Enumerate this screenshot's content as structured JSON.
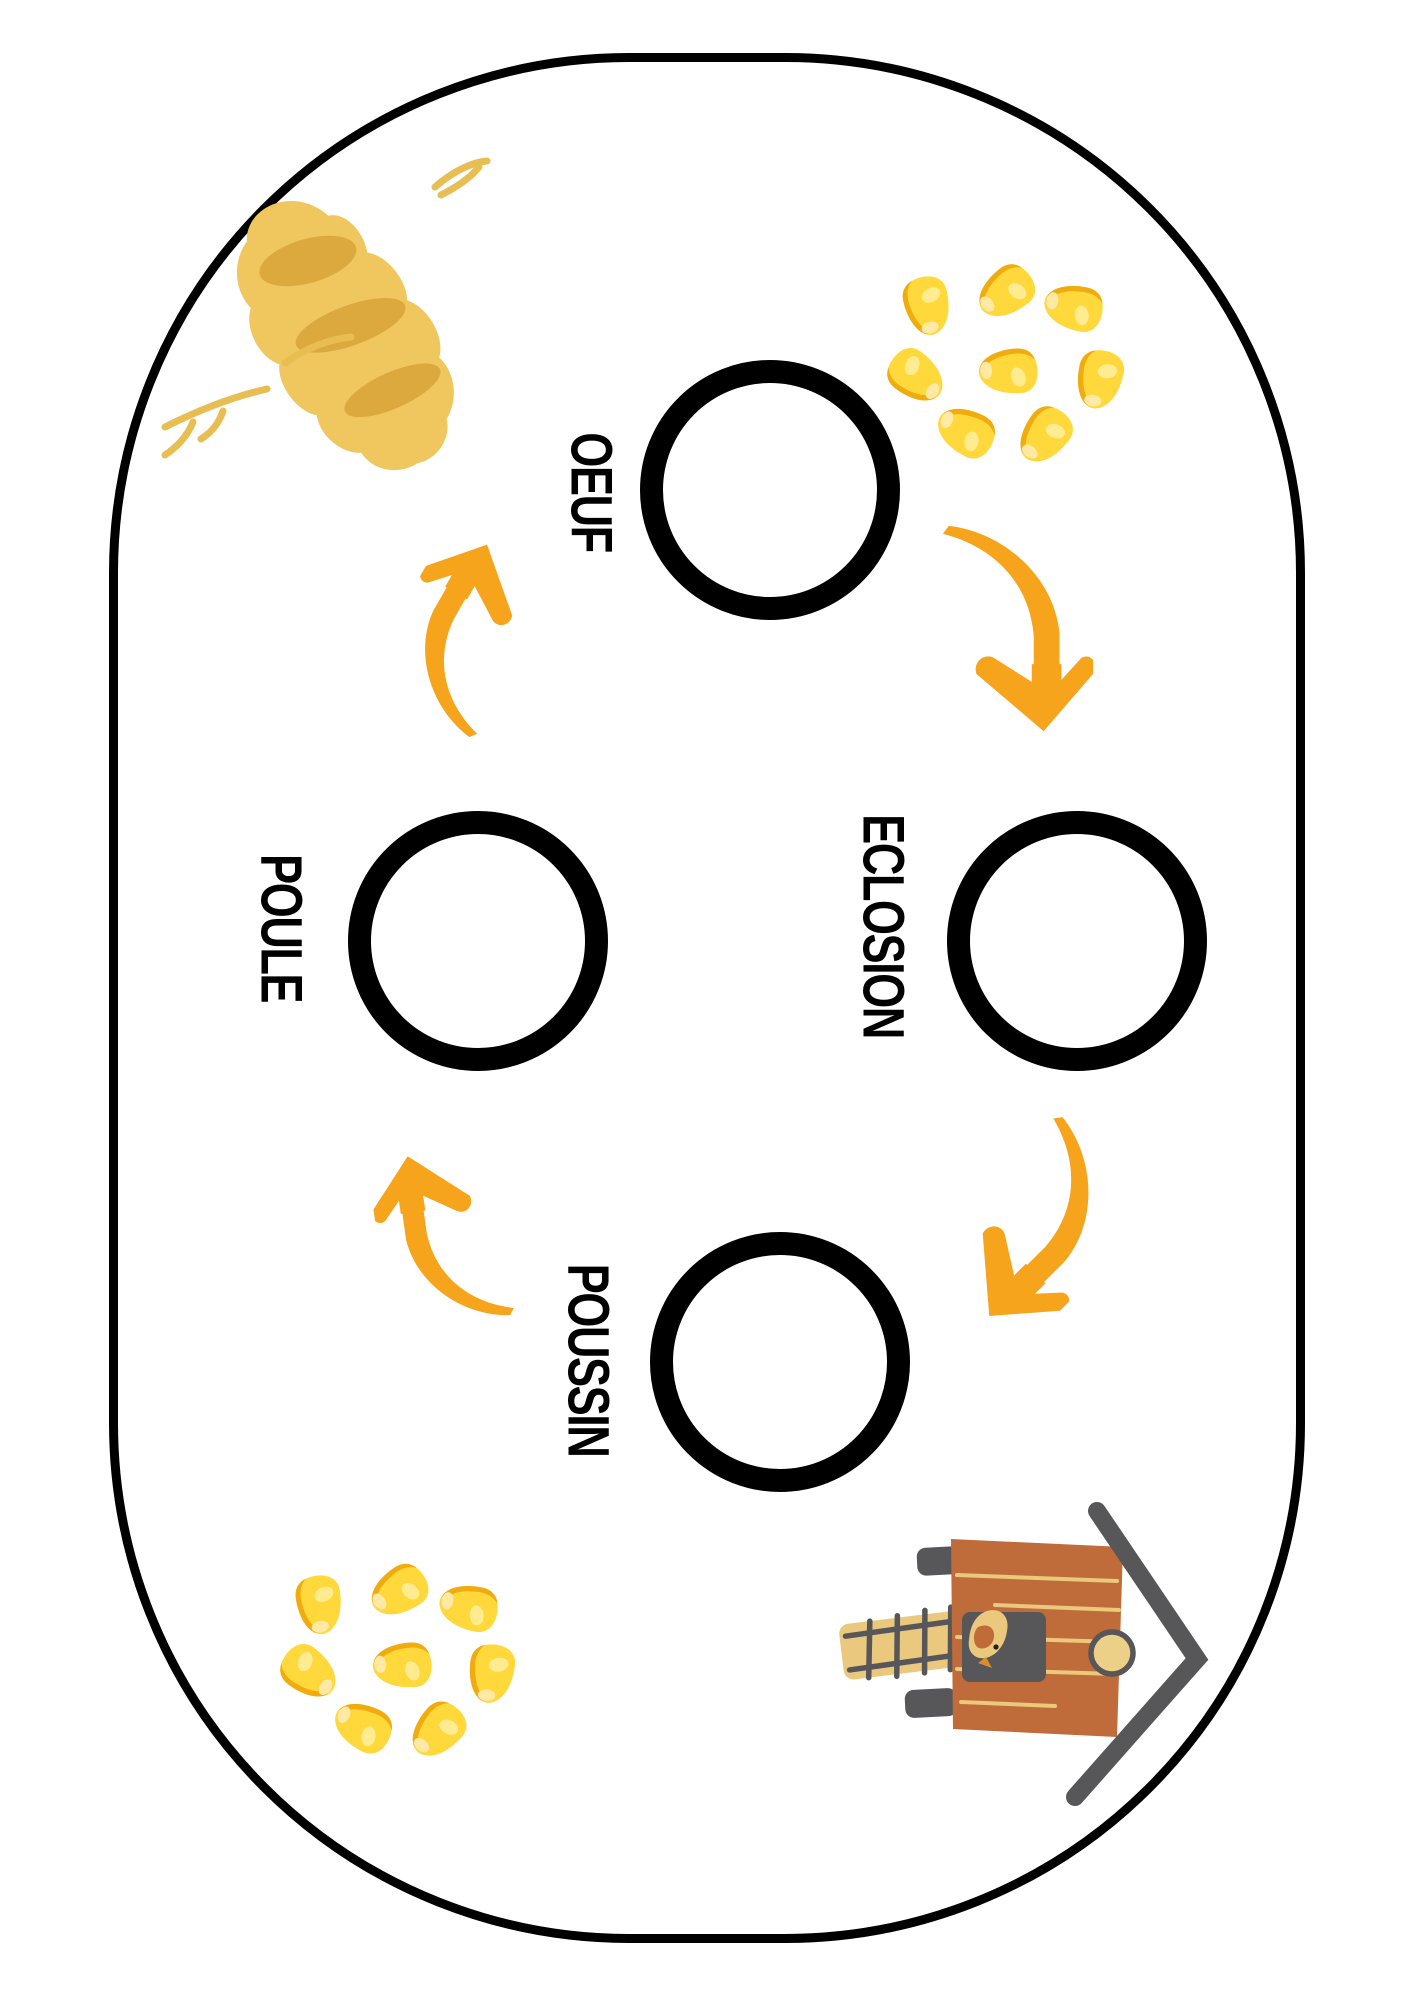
{
  "diagram": {
    "type": "cycle",
    "topic": "chicken-life-cycle",
    "steps": [
      {
        "id": "oeuf",
        "label": "OEUF"
      },
      {
        "id": "eclosion",
        "label": "ECLOSION"
      },
      {
        "id": "poussin",
        "label": "POUSSIN"
      },
      {
        "id": "poule",
        "label": "POULE"
      }
    ]
  },
  "decorations": {
    "feather": "feather-icon",
    "corn_top_right": {
      "icon": "corn-kernels-icon",
      "count": 8
    },
    "corn_bottom_left": {
      "icon": "corn-kernels-icon",
      "count": 8
    },
    "birdhouse": "birdhouse-icon",
    "arrows": [
      "oeuf-to-eclosion",
      "eclosion-to-poussin",
      "poussin-to-poule",
      "poule-to-oeuf"
    ]
  },
  "colors": {
    "label_text": "#000000",
    "circle_outline": "#000000",
    "page_border": "#000000",
    "arrow": "#F6A41C",
    "corn_body": "#FFD83B",
    "corn_shade": "#F0AC0E",
    "corn_highlight": "#FFEC90",
    "feather_body": "#EFC75E",
    "feather_shade": "#DBA93E",
    "birdhouse_wood": "#BF6B3A",
    "birdhouse_trim": "#EAC87D",
    "birdhouse_dark": "#57575A"
  }
}
